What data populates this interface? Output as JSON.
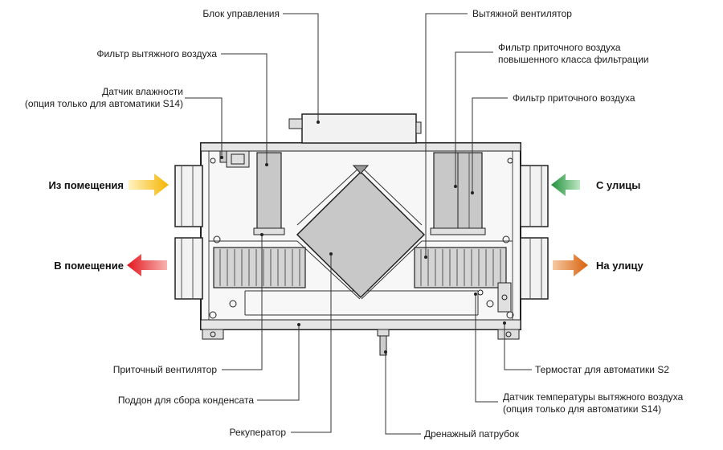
{
  "labels": {
    "control_block": "Блок управления",
    "exhaust_fan": "Вытяжной вентилятор",
    "exhaust_filter": "Фильтр вытяжного воздуха",
    "supply_filter_hc_1": "Фильтр приточного воздуха",
    "supply_filter_hc_2": "повышенного класса фильтрации",
    "supply_filter": "Фильтр приточного воздуха",
    "humidity_1": "Датчик влажности",
    "humidity_2": "(опция только для автоматики S14)",
    "supply_fan": "Приточный вентилятор",
    "drain_pan": "Поддон для сбора конденсата",
    "recuperator": "Рекуператор",
    "drain_pipe": "Дренажный патрубок",
    "thermostat": "Термостат для автоматики S2",
    "exhaust_temp_1": "Датчик температуры вытяжного воздуха",
    "exhaust_temp_2": "(опция только для автоматики S14)"
  },
  "flows": {
    "from_room": "Из помещения",
    "to_room": "В помещение",
    "from_street": "С улицы",
    "to_street": "На улицу"
  },
  "colors": {
    "from_room": "#f5b400",
    "to_room": "#e3161e",
    "from_street": "#2f9e44",
    "to_street": "#e06a10",
    "body_fill": "#f7f7f7",
    "outline": "#222222",
    "component_fill": "#c8c8c8"
  }
}
